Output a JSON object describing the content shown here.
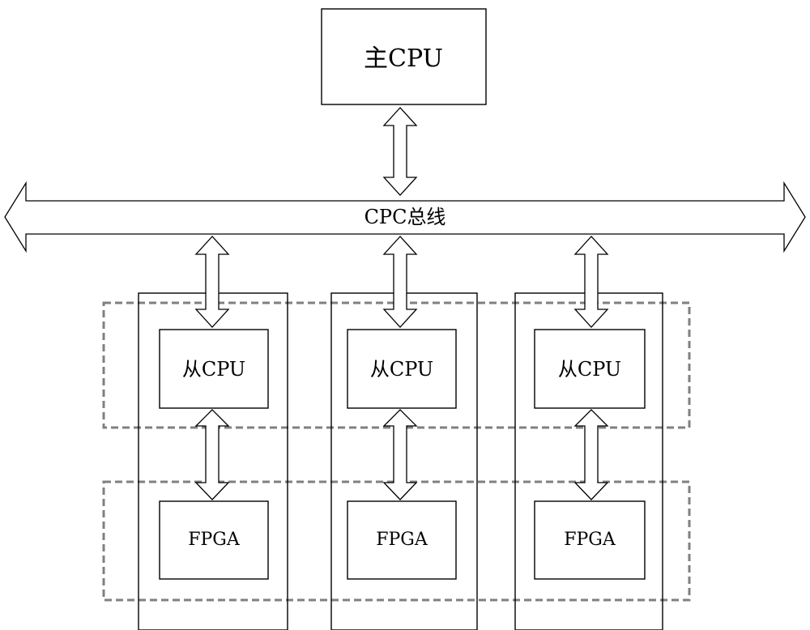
{
  "diagram": {
    "main_cpu": {
      "label": "主CPU"
    },
    "bus": {
      "label": "CPC总线"
    },
    "slave_cpus": [
      {
        "label": "从CPU"
      },
      {
        "label": "从CPU"
      },
      {
        "label": "从CPU"
      }
    ],
    "fpgas": [
      {
        "label": "FPGA"
      },
      {
        "label": "FPGA"
      },
      {
        "label": "FPGA"
      }
    ]
  }
}
